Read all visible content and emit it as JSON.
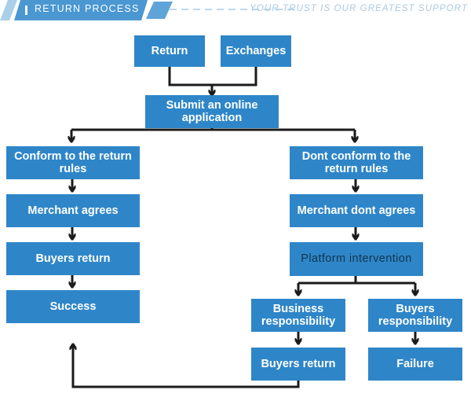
{
  "header": {
    "title": "RETURN PROCESS",
    "tagline": "YOUR TRUST IS OUR GREATEST SUPPORT",
    "bar_icon": "vertical-bar-icon",
    "slash_icon": "slash-accent-icon",
    "accent_color": "#4a97d2",
    "tagline_color": "#a8c9e2"
  },
  "flow": {
    "node_color": "#2e86c8",
    "line_color": "#1b1b1b",
    "nodes": [
      {
        "id": "return",
        "label": "Return"
      },
      {
        "id": "exchanges",
        "label": "Exchanges"
      },
      {
        "id": "submit",
        "label": "Submit an online application"
      },
      {
        "id": "conform",
        "label": "Conform to the return rules"
      },
      {
        "id": "not-conform",
        "label": "Dont conform to the return rules"
      },
      {
        "id": "merchant-agrees",
        "label": "Merchant agrees"
      },
      {
        "id": "merchant-dont",
        "label": "Merchant dont agrees"
      },
      {
        "id": "buyers-return-1",
        "label": "Buyers return"
      },
      {
        "id": "platform",
        "label": "Platform intervention"
      },
      {
        "id": "success",
        "label": "Success"
      },
      {
        "id": "business-resp",
        "label": "Business responsibility"
      },
      {
        "id": "buyers-resp",
        "label": "Buyers responsibility"
      },
      {
        "id": "buyers-return-2",
        "label": "Buyers return"
      },
      {
        "id": "failure",
        "label": "Failure"
      }
    ]
  }
}
